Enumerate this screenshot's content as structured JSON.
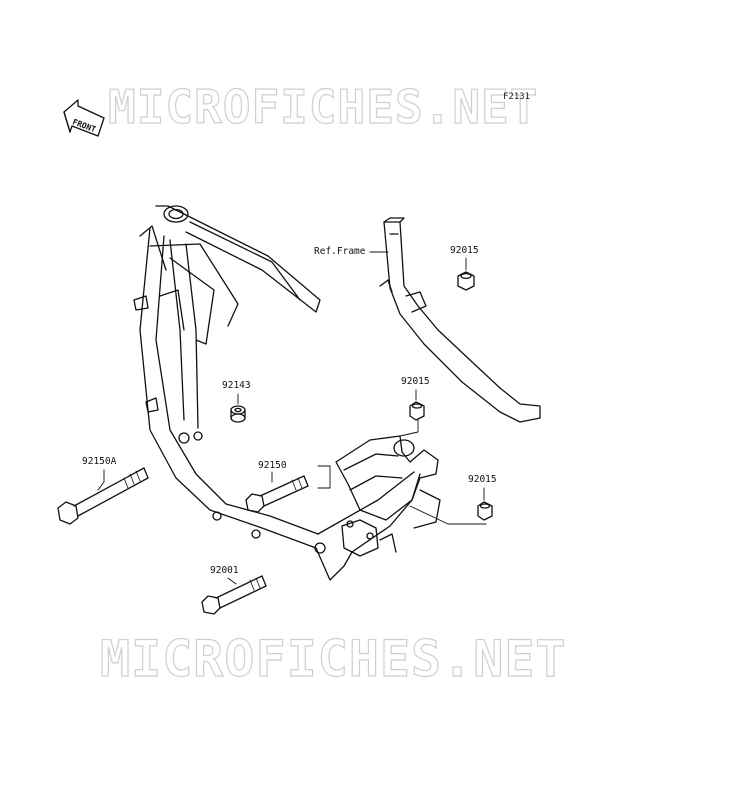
{
  "watermark": {
    "top": "MICROFICHES.NET",
    "bottom": "MICROFICHES.NET"
  },
  "figure_code": "F2131",
  "direction_marker": "FRONT",
  "callouts": {
    "ref_frame": "Ref.Frame",
    "p92015_top": "92015",
    "p92143": "92143",
    "p92015_mid": "92015",
    "p92150a": "92150A",
    "p92150": "92150",
    "p92015_right": "92015",
    "p92001": "92001"
  },
  "colors": {
    "ink": "#111111",
    "watermark_outline": "#cfcfcf"
  }
}
